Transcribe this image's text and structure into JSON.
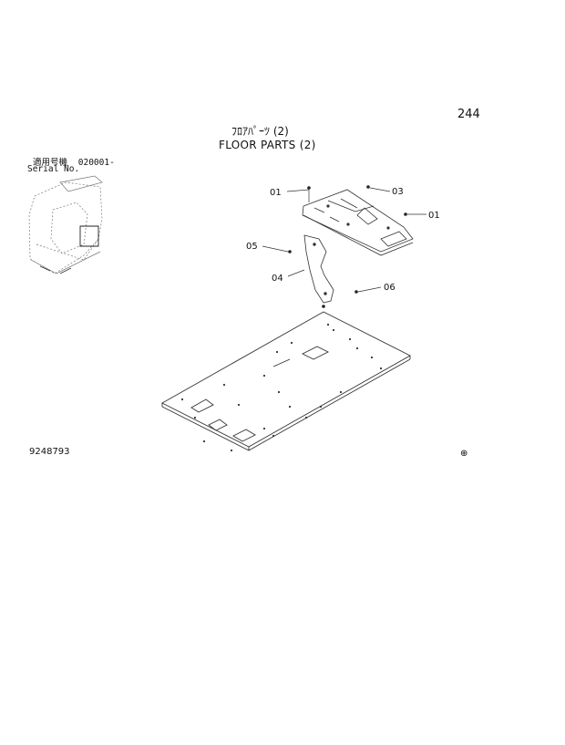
{
  "page_number": "244",
  "title_jp": "ﾌﾛｱﾊﾟｰﾂ (2)",
  "title_en": "FLOOR PARTS (2)",
  "serial": {
    "label_jp": "適用号機",
    "range": "020001-",
    "label_en": "Serial No."
  },
  "callouts": [
    "01",
    "03",
    "01",
    "05",
    "04",
    "06"
  ],
  "doc_number": "9248793",
  "symbol": "⊕"
}
